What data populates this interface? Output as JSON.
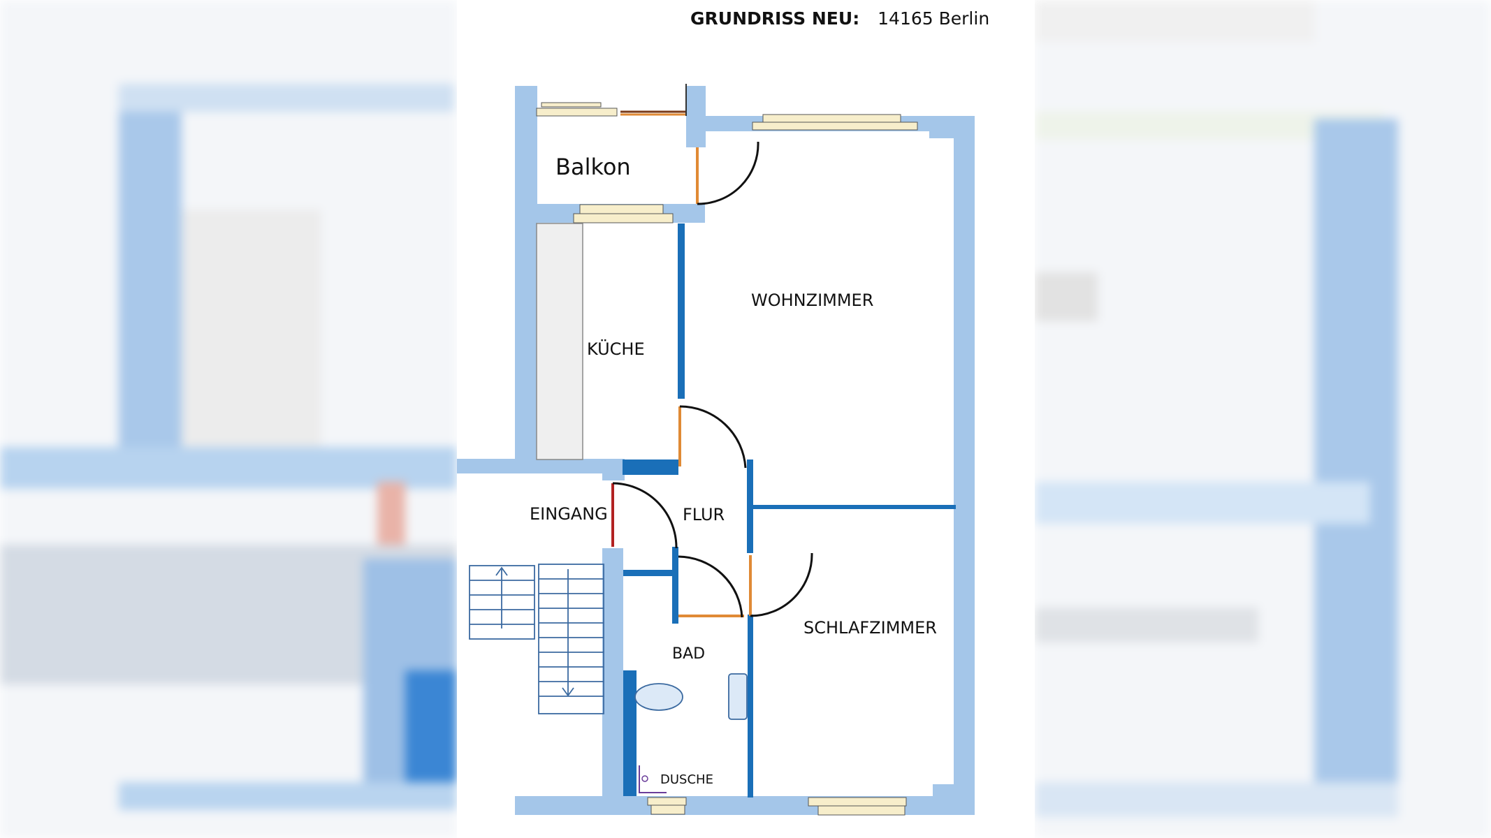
{
  "header": {
    "label": "GRUNDRISS NEU:",
    "location": "14165 Berlin"
  },
  "rooms": {
    "balkon": "Balkon",
    "kueche": "KÜCHE",
    "wohnzimmer": "WOHNZIMMER",
    "eingang": "EINGANG",
    "flur": "FLUR",
    "bad": "BAD",
    "schlafzimmer": "SCHLAFZIMMER",
    "dusche": "DUSCHE"
  },
  "colors": {
    "wall": "#a4c6e9",
    "inner_wall": "#1a6fb8",
    "door": "#e08a35",
    "entrance_door": "#b22222",
    "window": "#f7eecb",
    "background": "#ffffff"
  }
}
